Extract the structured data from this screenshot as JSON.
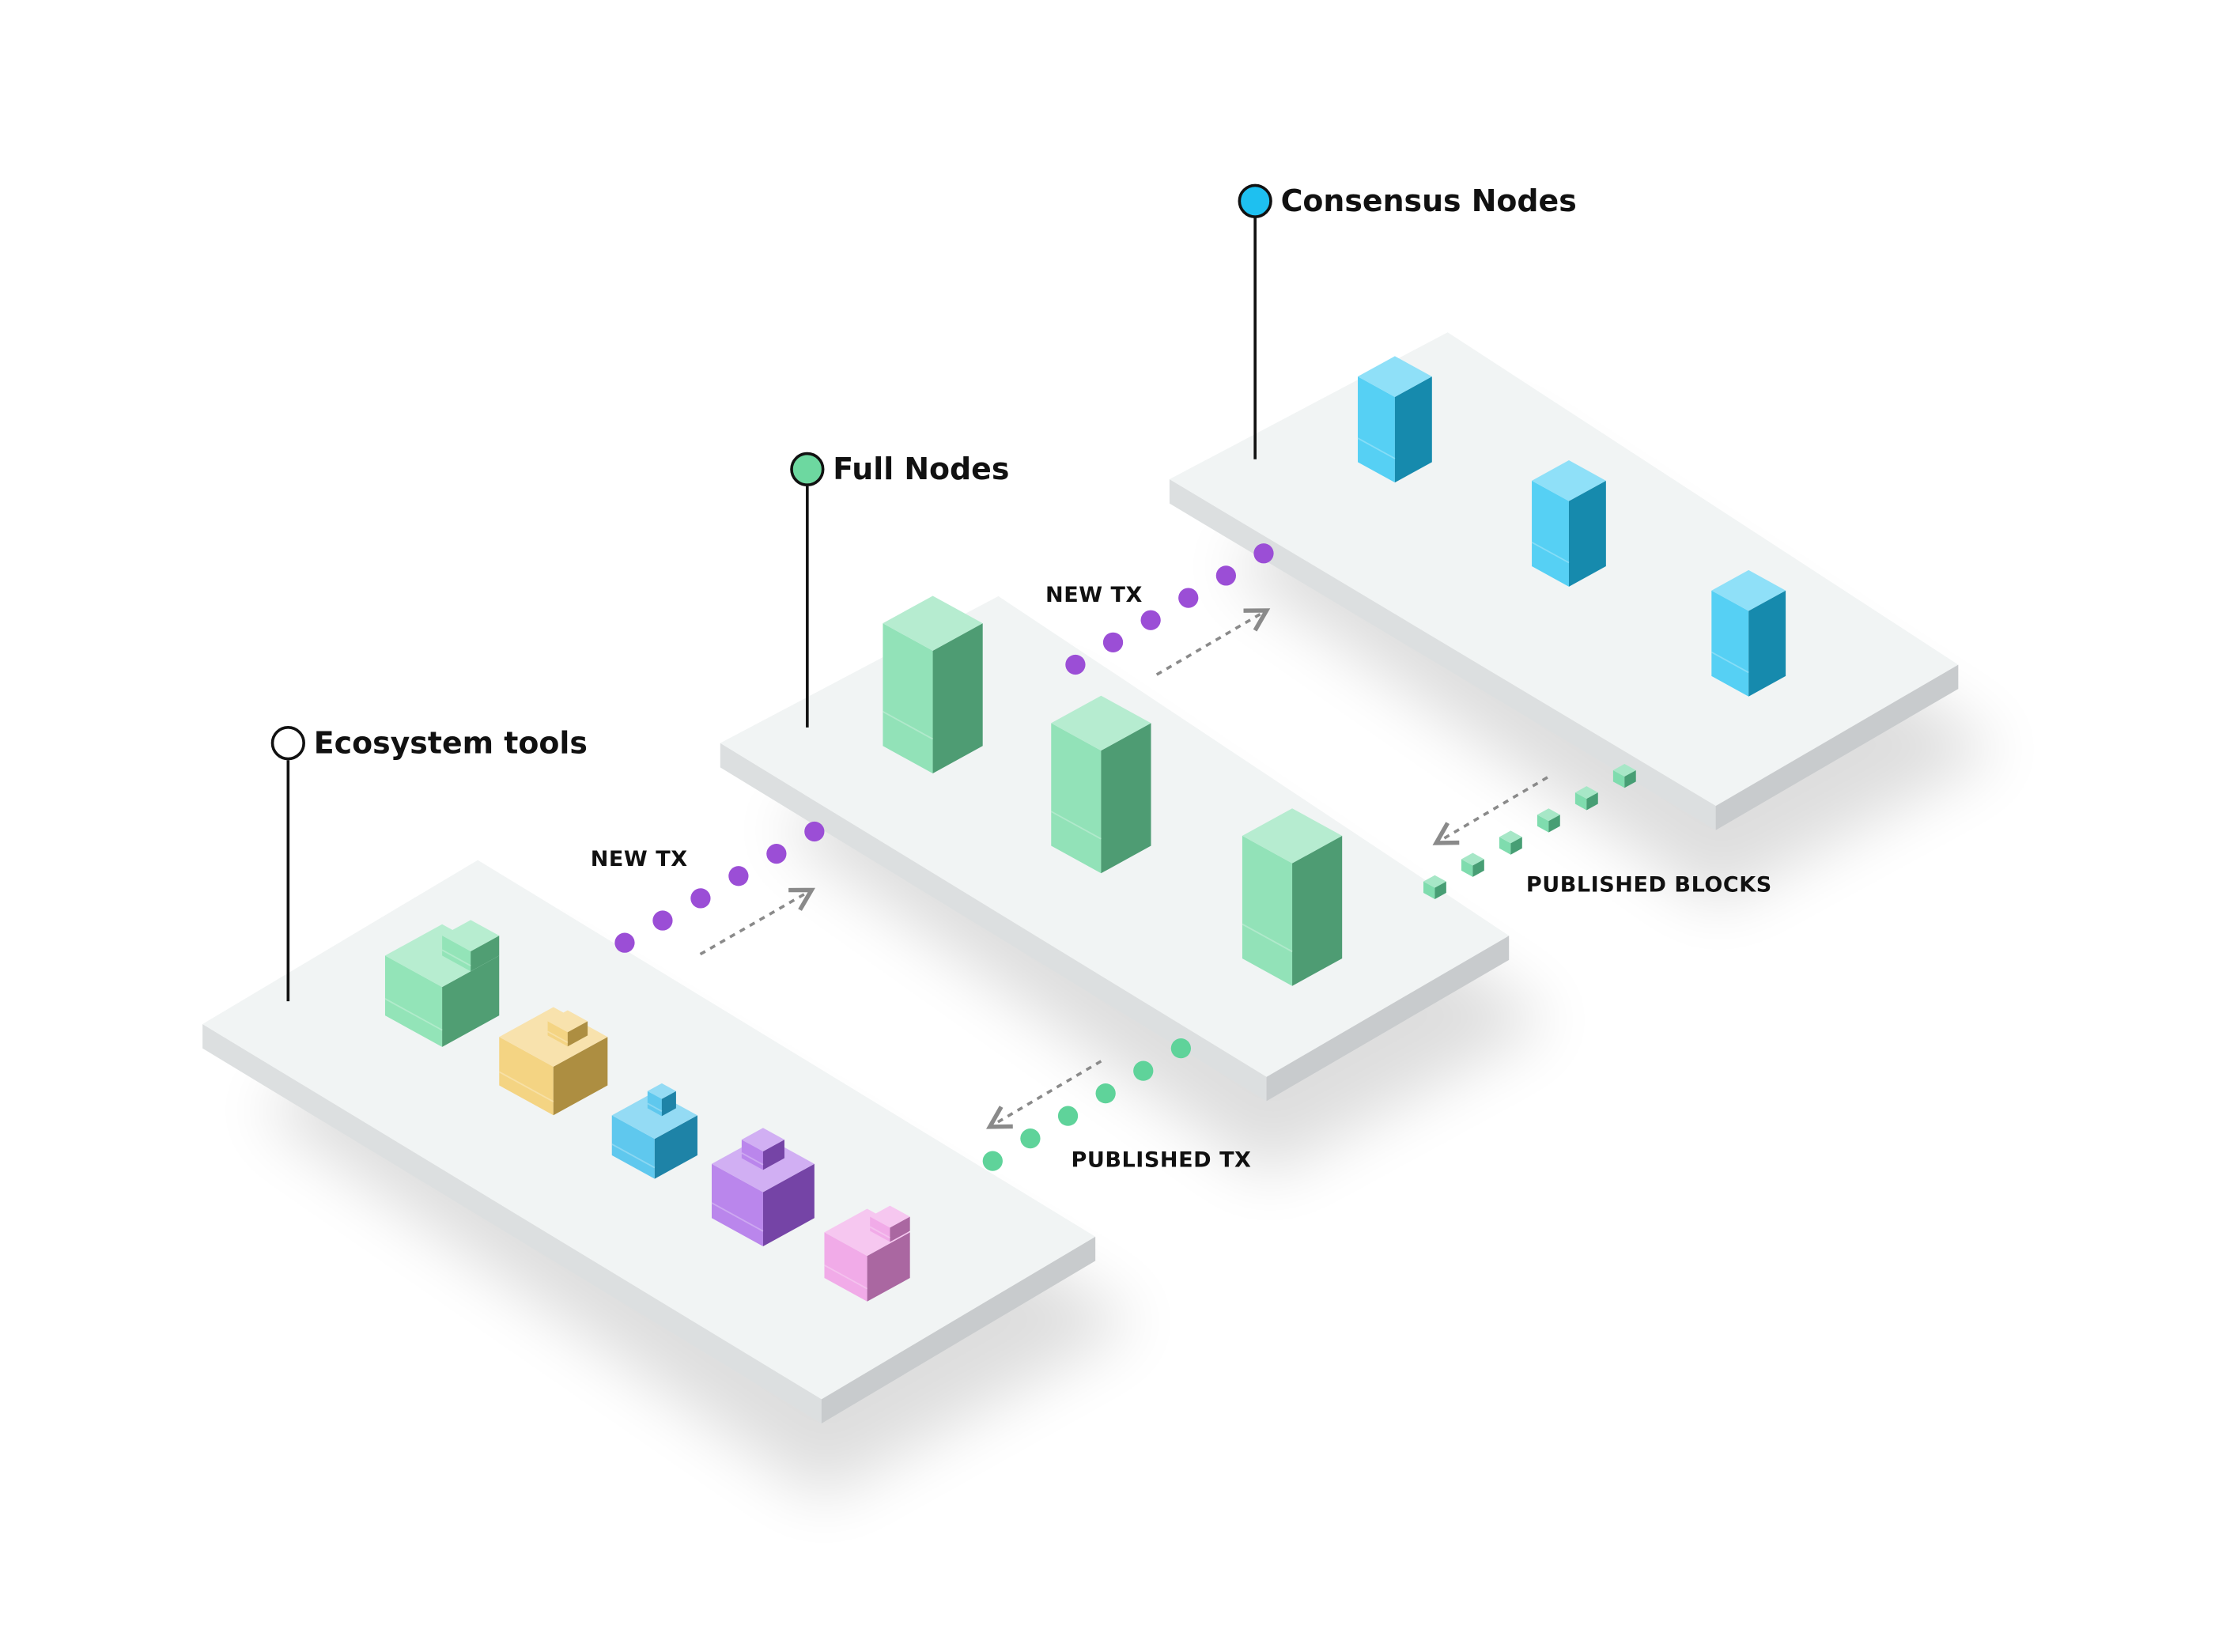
{
  "colors": {
    "consensus": "#1ec0f0",
    "full": "#6dd8a0",
    "ecosystem": "#ffffff",
    "tx": "#9b4ed6",
    "published": "#5fd39a",
    "tool_green": "#6fdba0",
    "tool_yellow": "#f0c55a",
    "tool_blue": "#29b6e8",
    "tool_purple": "#a35ee6",
    "tool_pink": "#ec8fe0"
  },
  "labels": {
    "consensus": "Consensus Nodes",
    "full": "Full Nodes",
    "ecosystem": "Ecosystem tools"
  },
  "flows": {
    "new_tx_upper": "NEW TX",
    "new_tx_lower": "NEW TX",
    "published_blocks": "PUBLISHED BLOCKS",
    "published_tx": "PUBLISHED TX"
  }
}
